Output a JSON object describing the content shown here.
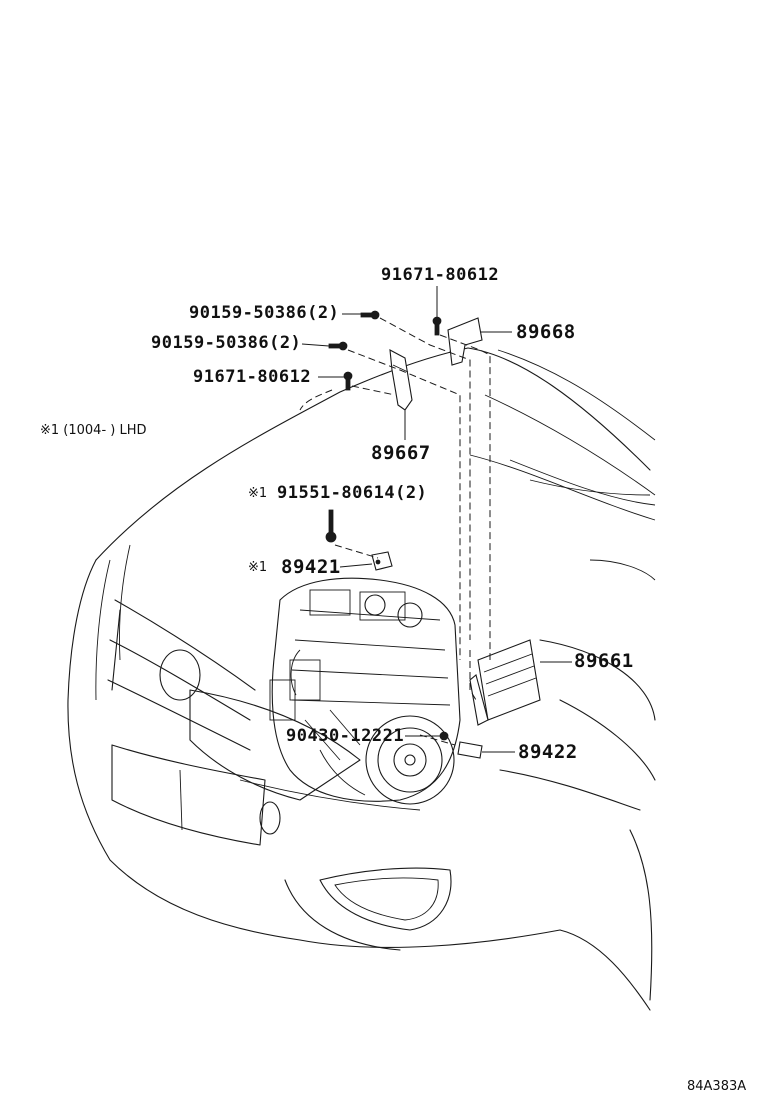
{
  "diagram": {
    "note": "※1 (1004-      ) LHD",
    "note_mark": "※1",
    "figure_code": "84A383A",
    "callouts": [
      {
        "id": "c1",
        "text": "91671-80612"
      },
      {
        "id": "c2",
        "text": "90159-50386(2)"
      },
      {
        "id": "c3",
        "text": "90159-50386(2)"
      },
      {
        "id": "c4",
        "text": "91671-80612"
      },
      {
        "id": "c5",
        "text": "89668"
      },
      {
        "id": "c6",
        "text": "89667"
      },
      {
        "id": "c7",
        "text": "91551-80614(2)"
      },
      {
        "id": "c8",
        "text": "89421"
      },
      {
        "id": "c9",
        "text": "89661"
      },
      {
        "id": "c10",
        "text": "90430-12221"
      },
      {
        "id": "c11",
        "text": "89422"
      }
    ],
    "marked_callouts": [
      "c7",
      "c8"
    ]
  }
}
